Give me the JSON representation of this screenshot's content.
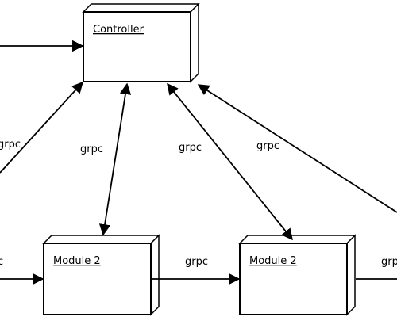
{
  "nodes": {
    "controller": {
      "label": "Controller"
    },
    "module_a": {
      "label": "Module 2"
    },
    "module_b": {
      "label": "Module 2"
    }
  },
  "edges": {
    "left_to_controller": {
      "label": "grpc"
    },
    "controller_module_a": {
      "label": "grpc"
    },
    "controller_module_b": {
      "label": "grpc"
    },
    "right_to_controller": {
      "label": "grpc"
    },
    "module_a_to_module_b": {
      "label": "grpc"
    },
    "left_to_module_a": {
      "label": "c"
    },
    "module_b_to_right": {
      "label": "grp"
    }
  },
  "colors": {
    "stroke": "#000000",
    "fill": "#ffffff"
  }
}
